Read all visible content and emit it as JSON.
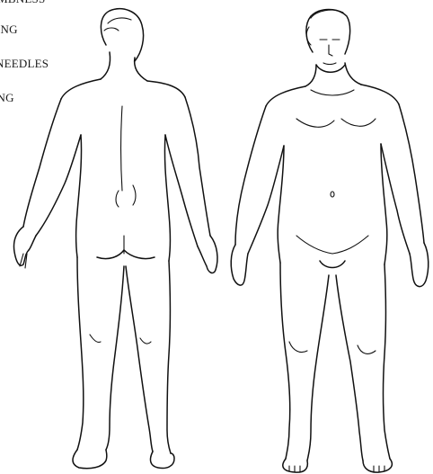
{
  "legend": {
    "items": [
      {
        "label": "NUMBNESS"
      },
      {
        "label": "ING"
      },
      {
        "label": "NEEDLES"
      },
      {
        "label": "ING"
      }
    ]
  },
  "figures": {
    "back_view": {
      "icon": "human-body-back-icon"
    },
    "front_view": {
      "icon": "human-body-front-icon"
    }
  },
  "colors": {
    "background": "#ffffff",
    "ink": "#111111"
  }
}
